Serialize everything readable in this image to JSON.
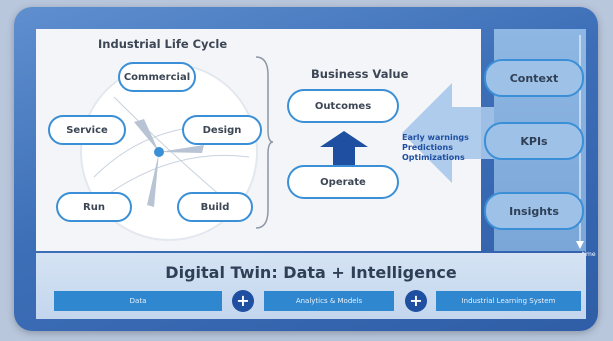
{
  "lifecycle": {
    "title": "Industrial Life Cycle",
    "stages": [
      "Commercial",
      "Service",
      "Design",
      "Run",
      "Build"
    ]
  },
  "business_value": {
    "title": "Business Value",
    "outcomes": "Outcomes",
    "operate": "Operate"
  },
  "signals": [
    "Early warnings",
    "Predictions",
    "Optimizations"
  ],
  "side": {
    "items": [
      "Context",
      "KPIs",
      "Insights"
    ],
    "time_label": "time"
  },
  "digital_twin": {
    "title": "Digital Twin: Data + Intelligence",
    "components": [
      "Data",
      "Analytics & Models",
      "Industrial Learning System"
    ],
    "plus_symbol": "+"
  },
  "colors": {
    "accent": "#3a8fd6",
    "dark_blue": "#1f4fa0",
    "frame": "#3d6fb8"
  }
}
